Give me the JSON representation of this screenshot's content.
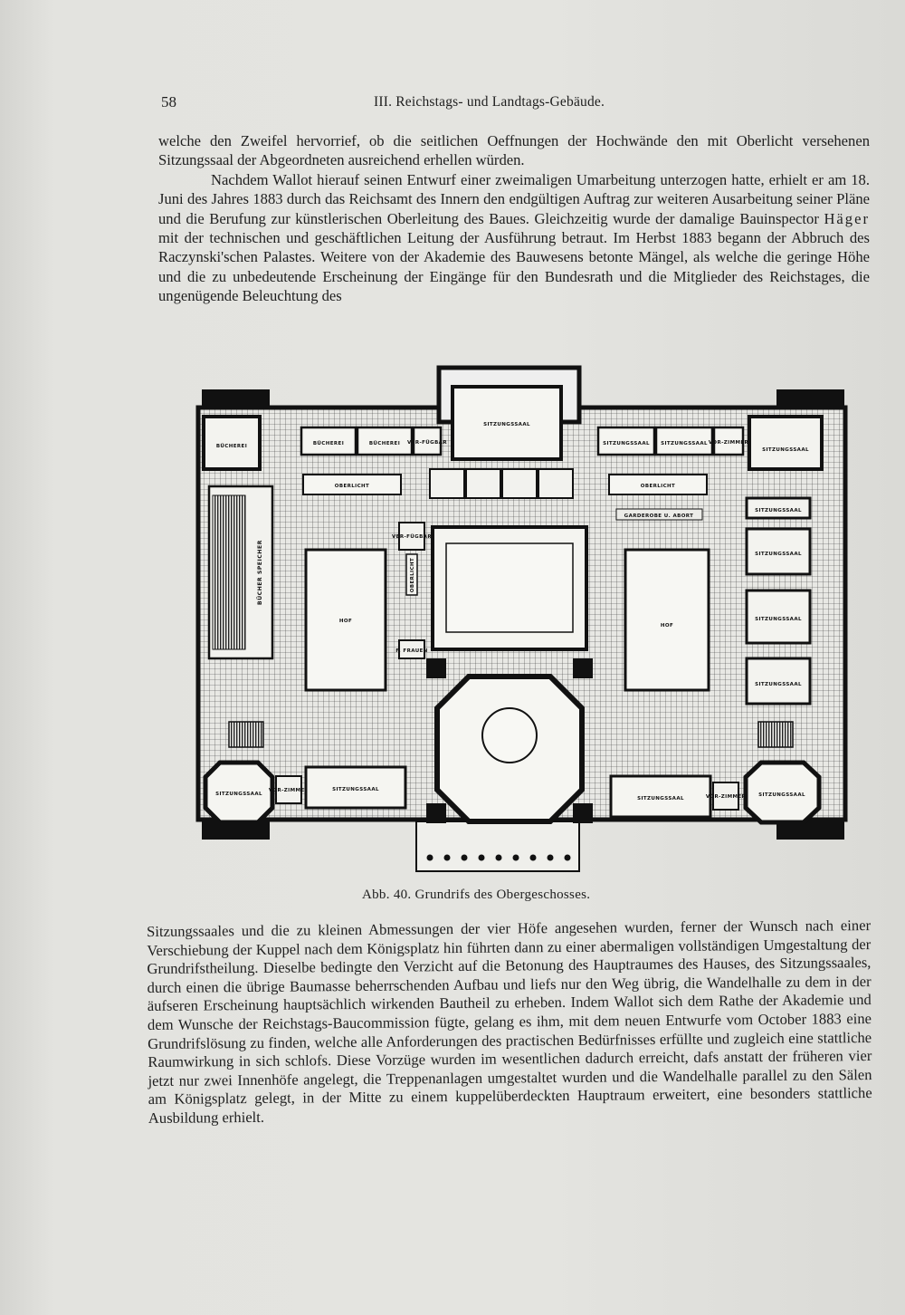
{
  "header": {
    "page_number": "58",
    "running_head": "III. Reichstags- und Landtags-Gebäude."
  },
  "text_top": {
    "p1": "welche den Zweifel hervorrief, ob die seitlichen Oeffnungen der Hochwände den mit Oberlicht versehenen Sitzungssaal der Abgeordneten ausreichend erhellen würden.",
    "p2_a": "Nachdem Wallot hierauf seinen Entwurf einer zweimaligen Umarbeitung unterzogen hatte, erhielt er am 18. Juni des Jahres 1883 durch das Reichsamt des Innern den endgültigen Auftrag zur weiteren Ausarbeitung seiner Pläne und die Berufung zur künstlerischen Oberleitung des Baues. Gleichzeitig wurde der damalige Bauinspector",
    "p2_name": "Häger",
    "p2_b": "mit der technischen und geschäftlichen Leitung der Ausführung betraut. Im Herbst 1883 begann der Abbruch des Raczynski'schen Palastes. Weitere von der Akademie des Bauwesens betonte Mängel, als welche die geringe Höhe und die zu unbedeutende Erscheinung der Eingänge für den Bundesrath und die Mitglieder des Reichstages, die ungenügende Beleuchtung des"
  },
  "figure": {
    "caption": "Abb. 40. Grundrifs des Obergeschosses.",
    "labels": {
      "sitzungssaal_top": "SITZUNGSSAAL",
      "buecherei_corner": "BÜCHEREI",
      "buecherei_1": "BÜCHEREI",
      "buecherei_2": "BÜCHEREI",
      "verfuegbar": "VER-FÜGBAR",
      "sitzungssaal_r1": "SITZUNGSSAAL",
      "sitzungssaal_r2": "SITZUNGSSAAL",
      "vorzimmer": "VOR-ZIMMER",
      "sitzungssaal_corner_tr": "SITZUNGSSAAL",
      "oberlicht_left": "OBERLICHT",
      "oberlicht_right": "OBERLICHT",
      "speicher": "BÜCHER SPEICHER",
      "hof_left": "HOF",
      "hof_right": "HOF",
      "ss_side_1": "SITZUNGSSAAL",
      "ss_side_2": "SITZUNGSSAAL",
      "ss_side_3": "SITZUNGSSAAL",
      "ss_side_4": "SITZUNGSSAAL",
      "ss_corner_bl": "SITZUNGSSAAL",
      "ss_bottom_left": "SITZUNGSSAAL",
      "ss_bottom_right": "SITZUNGSSAAL",
      "ss_corner_br": "SITZUNGSSAAL",
      "vorzimmer_bl": "VOR-ZIMMER",
      "vorzimmer_br": "VOR-ZIMMER",
      "fuer_frauen": "F. FRAUEN",
      "verfuegbar_2": "VER-FÜGBAR",
      "oberlicht_small": "OBERLICHT",
      "garderobe": "GARDEROBE U. ABORT"
    }
  },
  "text_bottom": {
    "p1": "Sitzungssaales und die zu kleinen Abmessungen der vier Höfe angesehen wurden, ferner der Wunsch nach einer Verschiebung der Kuppel nach dem Königsplatz hin führten dann zu einer abermaligen vollständigen Umgestaltung der Grundrifstheilung. Dieselbe bedingte den Verzicht auf die Betonung des Hauptraumes des Hauses, des Sitzungssaales, durch einen die übrige Baumasse beherrschenden Aufbau und liefs nur den Weg übrig, die Wandelhalle zu dem in der äufseren Erscheinung hauptsächlich wirkenden Bautheil zu erheben. Indem Wallot sich dem Rathe der Akademie und dem Wunsche der Reichstags-Baucommission fügte, gelang es ihm, mit dem neuen Entwurfe vom October 1883 eine Grundrifslösung zu finden, welche alle Anforderungen des practischen Bedürfnisses erfüllte und zugleich eine stattliche Raumwirkung in sich schlofs. Diese Vorzüge wurden im wesentlichen dadurch erreicht, dafs anstatt der früheren vier jetzt nur zwei Innenhöfe angelegt, die Treppenanlagen umgestaltet wurden und die Wandelhalle parallel zu den Sälen am Königsplatz gelegt, in der Mitte zu einem kuppelüberdeckten Hauptraum erweitert, eine besonders stattliche Ausbildung erhielt."
  }
}
